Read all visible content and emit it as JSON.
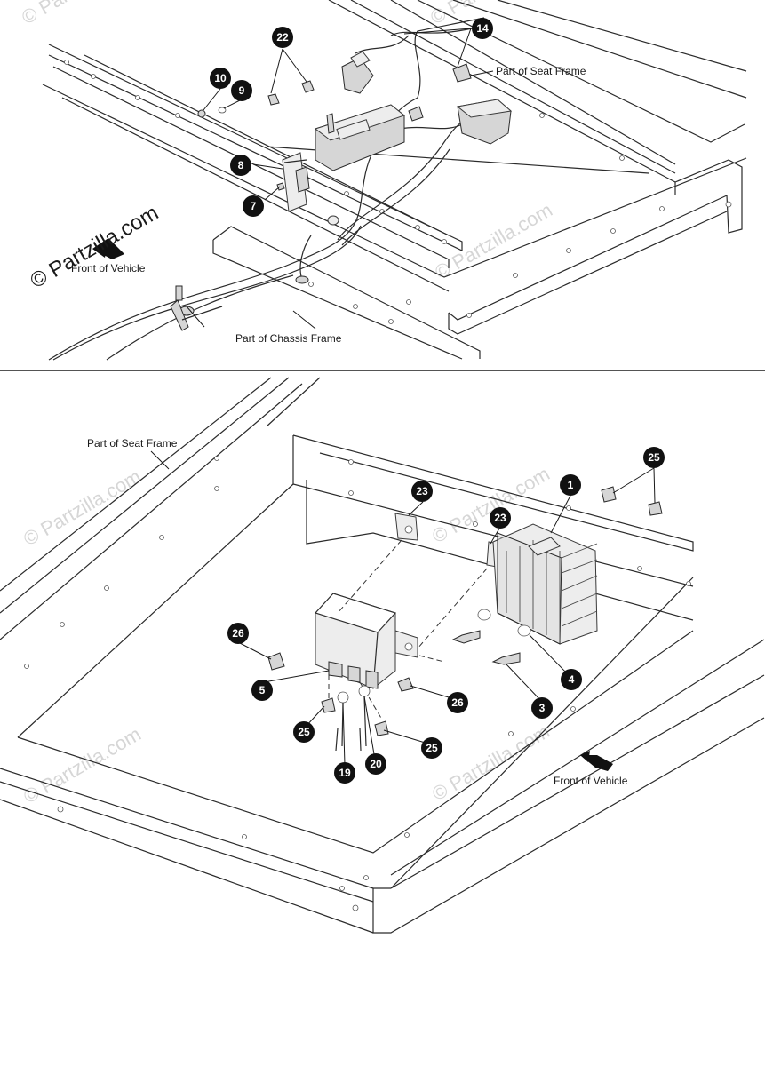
{
  "top_view": {
    "callouts": [
      "22",
      "14",
      "10",
      "9",
      "8",
      "7"
    ],
    "labels": {
      "seat_frame": "Part of Seat Frame",
      "chassis_frame": "Part of Chassis Frame",
      "front": "Front of Vehicle"
    },
    "copyright": "© Partzilla.com"
  },
  "bottom_view": {
    "callouts": [
      "25",
      "1",
      "23",
      "23",
      "26",
      "5",
      "26",
      "4",
      "3",
      "25",
      "25",
      "19",
      "20"
    ],
    "labels": {
      "seat_frame": "Part of Seat Frame",
      "front": "Front of Vehicle"
    }
  },
  "watermark": "© Partzilla.com",
  "colors": {
    "callout_fill": "#111111",
    "line": "#2b2b2b",
    "watermark": "#c9c9c9"
  }
}
